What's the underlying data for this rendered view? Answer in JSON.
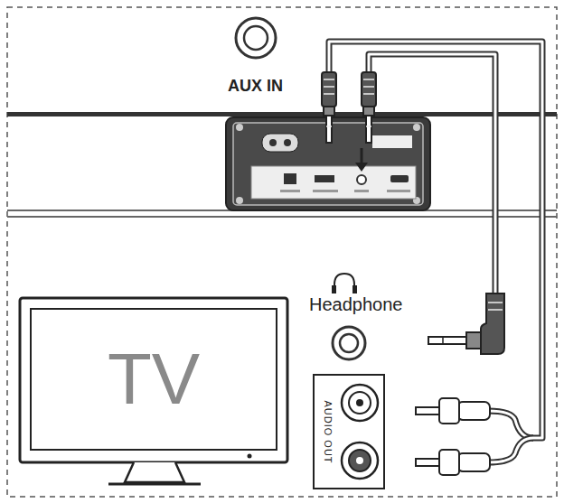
{
  "diagram": {
    "nodes": [
      {
        "text": [
          "TV"
        ]
      },
      {
        "text": [
          "AUDIO OUT"
        ]
      }
    ],
    "labels": [
      "AUX IN",
      "Headphone"
    ]
  }
}
